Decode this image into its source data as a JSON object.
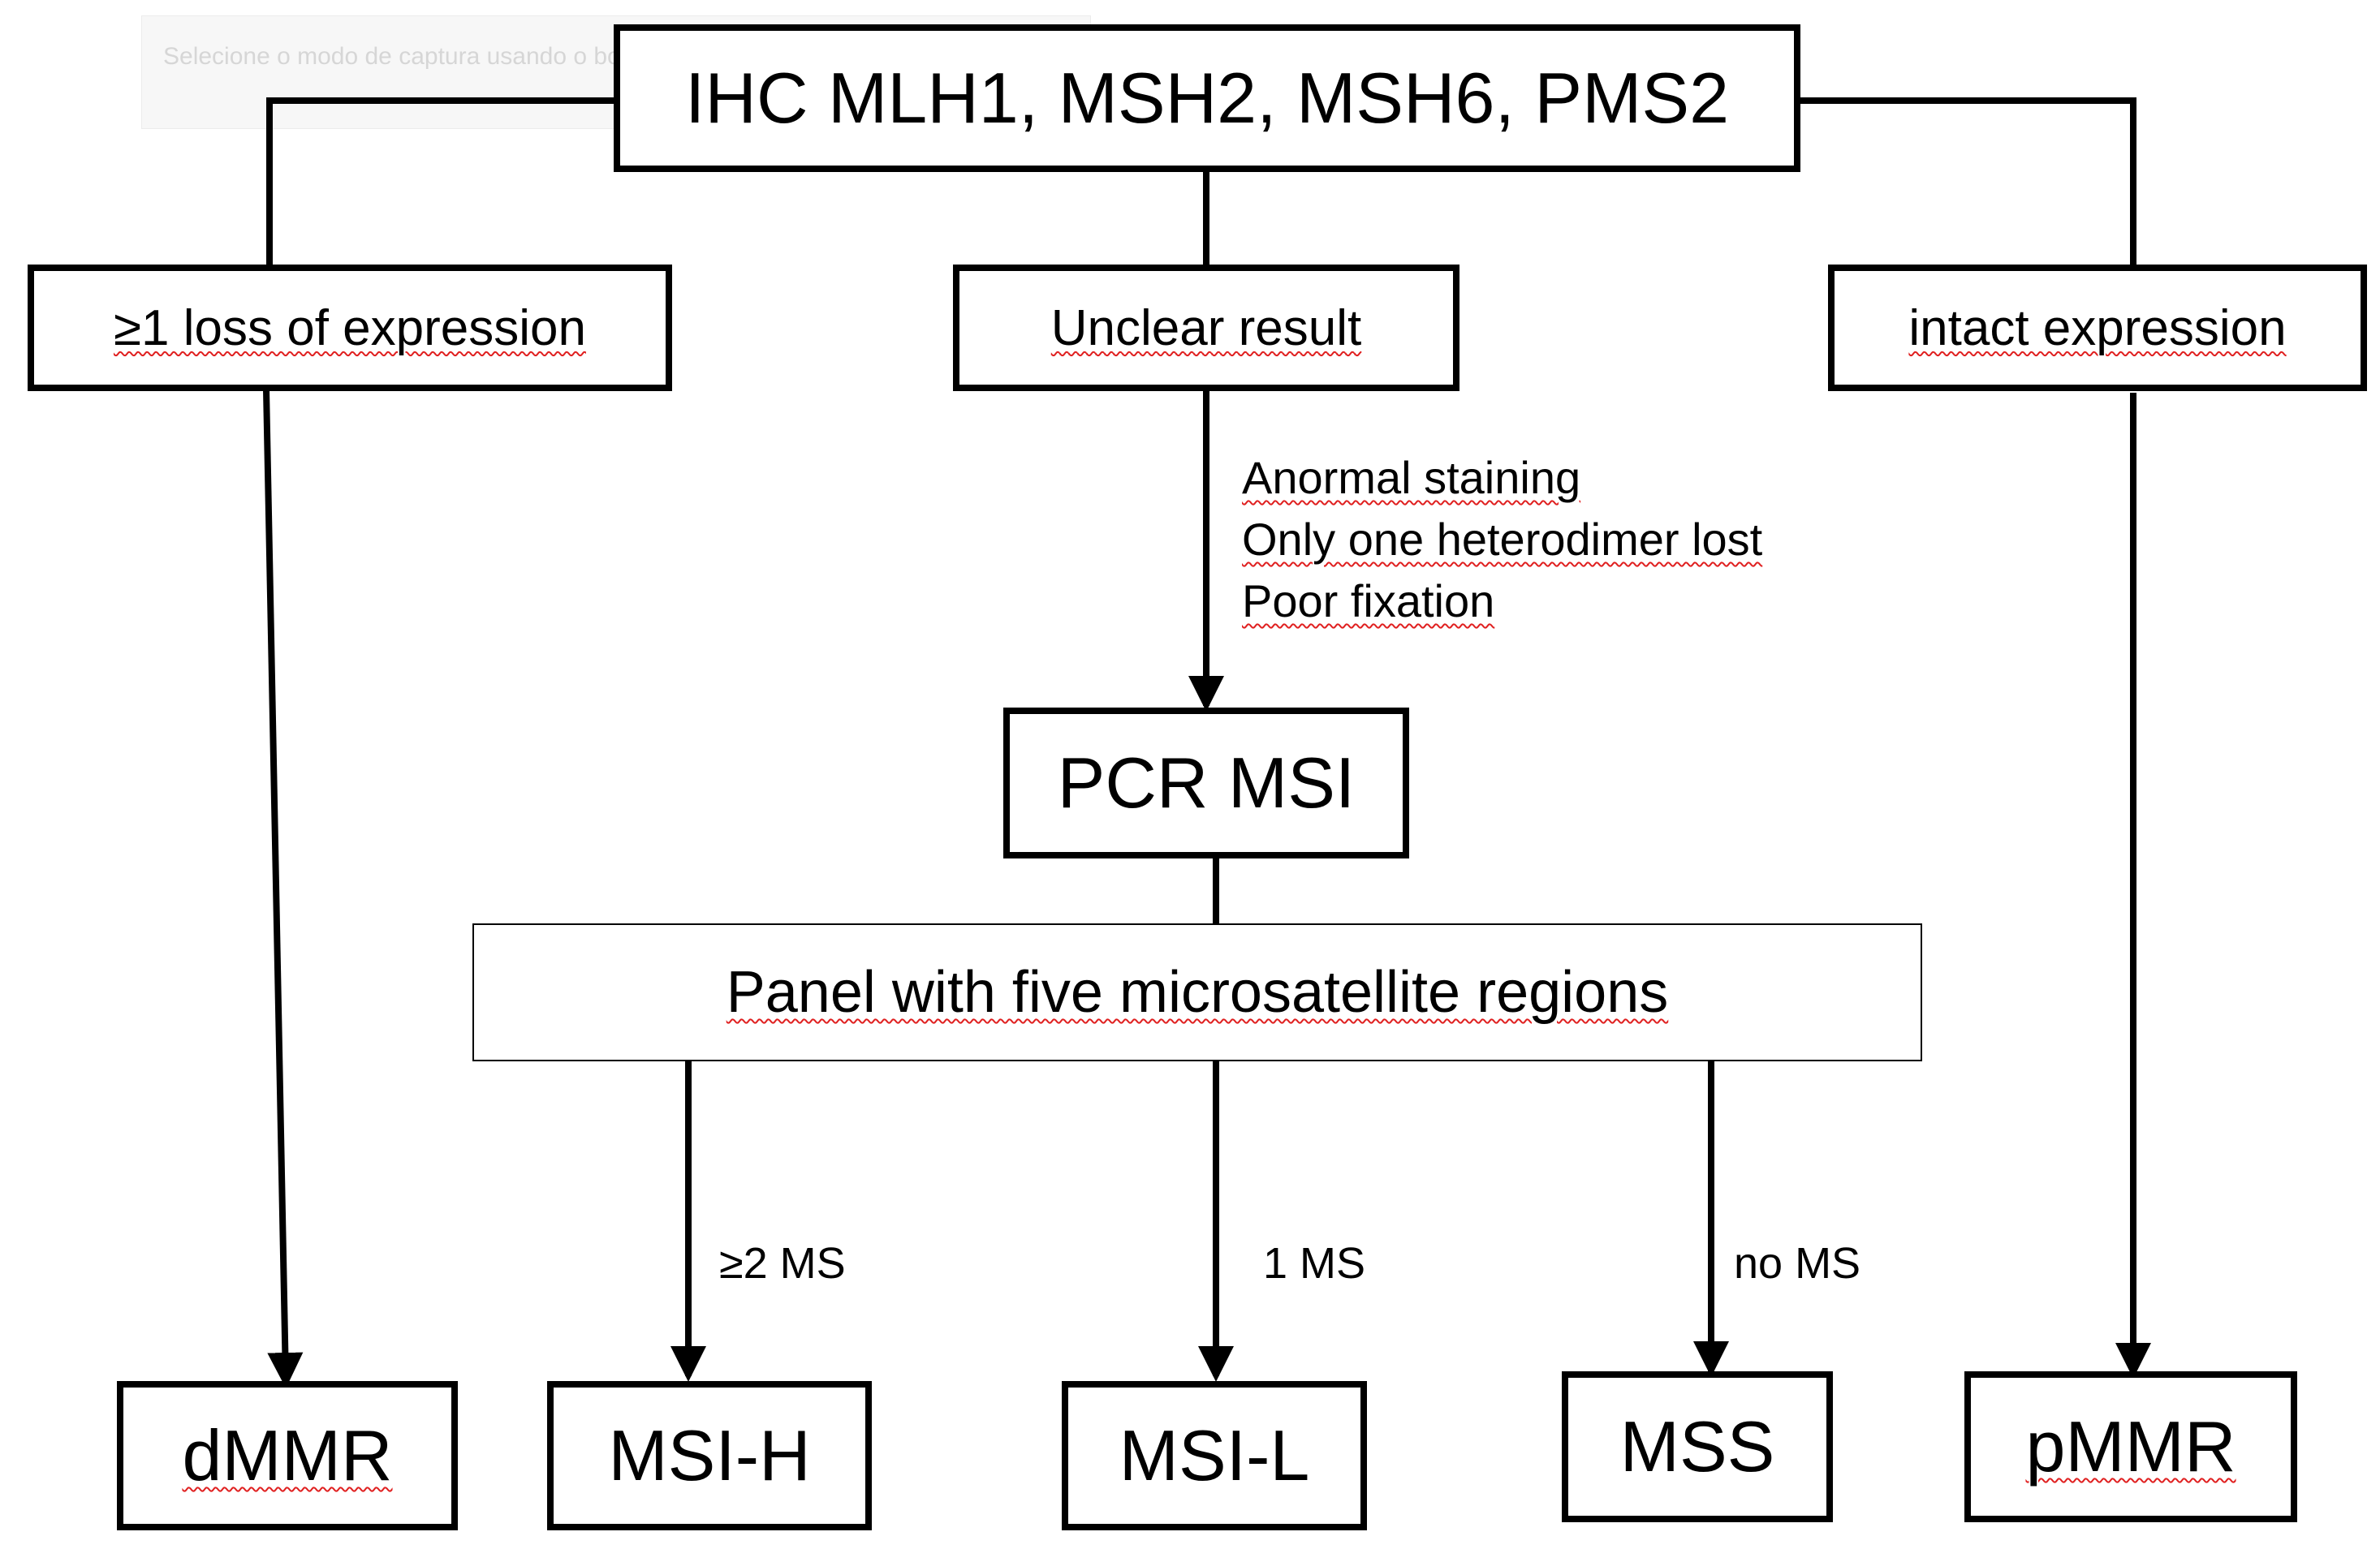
{
  "overlay": {
    "text": "Selecione o modo de captura usando o botão Modo ou clique no botão Novo.",
    "help_icon": "?"
  },
  "nodes": {
    "root": "IHC MLH1, MSH2, MSH6, PMS2",
    "loss": "≥1 loss of expression",
    "unclear": "Unclear result",
    "intact": "intact expression",
    "pcr": "PCR MSI",
    "panel": "Panel with five microsatellite regions",
    "dmmr": "dMMR",
    "msih": "MSI-H",
    "msil": "MSI-L",
    "mss": "MSS",
    "pmmr": "pMMR"
  },
  "unclear_reasons": [
    "Anormal staining",
    "Only one heterodimer lost",
    "Poor fixation"
  ],
  "edge_labels": {
    "msih": "≥2 MS",
    "msil": "1 MS",
    "mss": "no MS"
  },
  "colors": {
    "line": "#000000",
    "spellcheck_underline": "#e02020"
  }
}
